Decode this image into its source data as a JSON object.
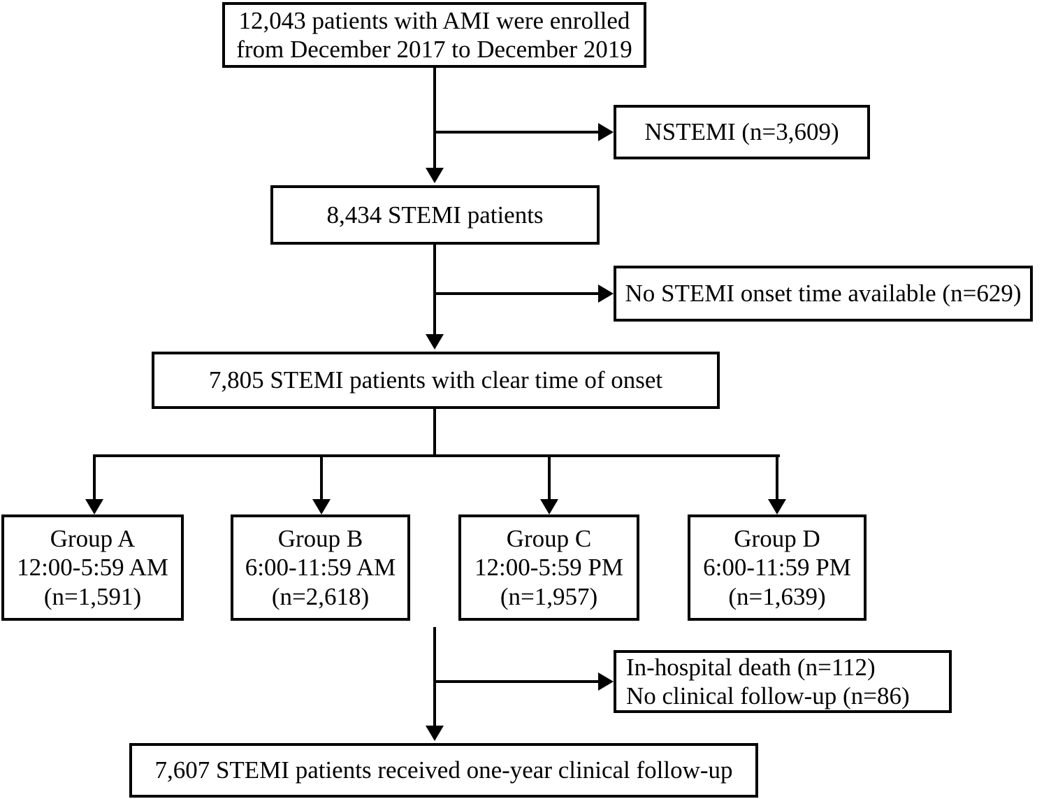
{
  "diagram": {
    "title": "STEMI patient enrollment flow diagram",
    "type": "flowchart",
    "stroke_color": "#000000",
    "background_color": "#ffffff"
  },
  "nodes": {
    "enrolled": {
      "line1": "12,043 patients with AMI were enrolled",
      "line2": "from December 2017 to December 2019"
    },
    "nstemi_excluded": {
      "label": "NSTEMI (n=3,609)"
    },
    "stemi": {
      "label": "8,434 STEMI patients"
    },
    "no_onset_excluded": {
      "label": "No STEMI onset time available (n=629)"
    },
    "stemi_clear_onset": {
      "label": "7,805 STEMI patients with clear time of onset"
    },
    "group_a": {
      "name": "Group A",
      "time_range": "12:00-5:59 AM",
      "count": "(n=1,591)"
    },
    "group_b": {
      "name": "Group B",
      "time_range": "6:00-11:59 AM",
      "count": "(n=2,618)"
    },
    "group_c": {
      "name": "Group C",
      "time_range": "12:00-5:59 PM",
      "count": "(n=1,957)"
    },
    "group_d": {
      "name": "Group D",
      "time_range": "6:00-11:59 PM",
      "count": "(n=1,639)"
    },
    "losses": {
      "line1": "In-hospital death (n=112)",
      "line2": "No clinical follow-up (n=86)"
    },
    "followed_up": {
      "label": "7,607 STEMI patients received one-year clinical follow-up"
    }
  }
}
